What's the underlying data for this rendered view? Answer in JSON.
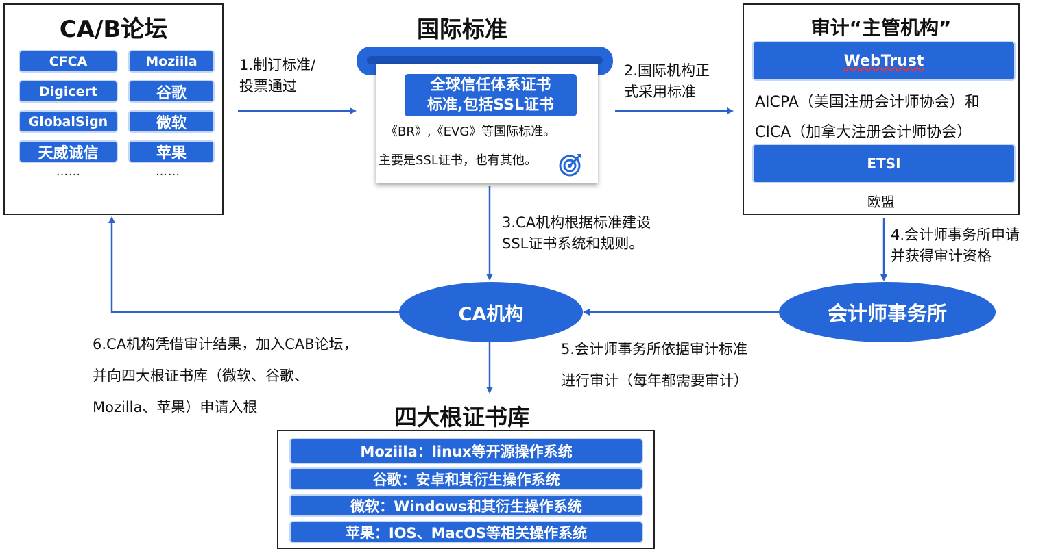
{
  "cab_forum": {
    "title": "CA/B论坛",
    "members_left": [
      "CFCA",
      "Digicert",
      "GlobalSign",
      "天威诚信"
    ],
    "members_right": [
      "Moziila",
      "谷歌",
      "微软",
      "苹果"
    ],
    "more_left": "……",
    "more_right": "……"
  },
  "intl_standard": {
    "title": "国际标准",
    "card_title_line1": "全球信任体系证书",
    "card_title_line2": "标准,包括SSL证书",
    "desc_line1": "《BR》,《EVG》等国际标准。",
    "desc_line2": "主要是SSL证书，也有其他。"
  },
  "audit_authority": {
    "title": "审计“主管机构”",
    "webtrust": "WebTrust",
    "aicpa": "AICPA（美国注册会计师协会）和",
    "cica": "CICA（加拿大注册会计师协会）",
    "etsi": "ETSI",
    "eu": "欧盟"
  },
  "nodes": {
    "ca": "CA机构",
    "accounting_firm": "会计师事务所"
  },
  "steps": {
    "s1_line1": "1.制订标准/",
    "s1_line2": "投票通过",
    "s2_line1": "2.国际机构正",
    "s2_line2": "式采用标准",
    "s3_line1": "3.CA机构根据标准建设",
    "s3_line2": "SSL证书系统和规则。",
    "s4_line1": "4.会计师事务所申请",
    "s4_line2": "并获得审计资格",
    "s5_line1": "5.会计师事务所依据审计标准",
    "s5_line2": "进行审计（每年都需要审计）",
    "s6_line1": "6.CA机构凭借审计结果，加入CAB论坛，",
    "s6_line2": "并向四大根证书库（微软、谷歌、",
    "s6_line3": "Mozilla、苹果）申请入根"
  },
  "root_stores": {
    "title": "四大根证书库",
    "items": [
      "Moziila：linux等开源操作系统",
      "谷歌：安卓和其衍生操作系统",
      "微软：Windows和其衍生操作系统",
      "苹果：IOS、MacOS等相关操作系统"
    ]
  },
  "colors": {
    "accent": "#2566d8",
    "arrow": "#2d63c8"
  },
  "icons": {
    "target": "target-icon"
  }
}
